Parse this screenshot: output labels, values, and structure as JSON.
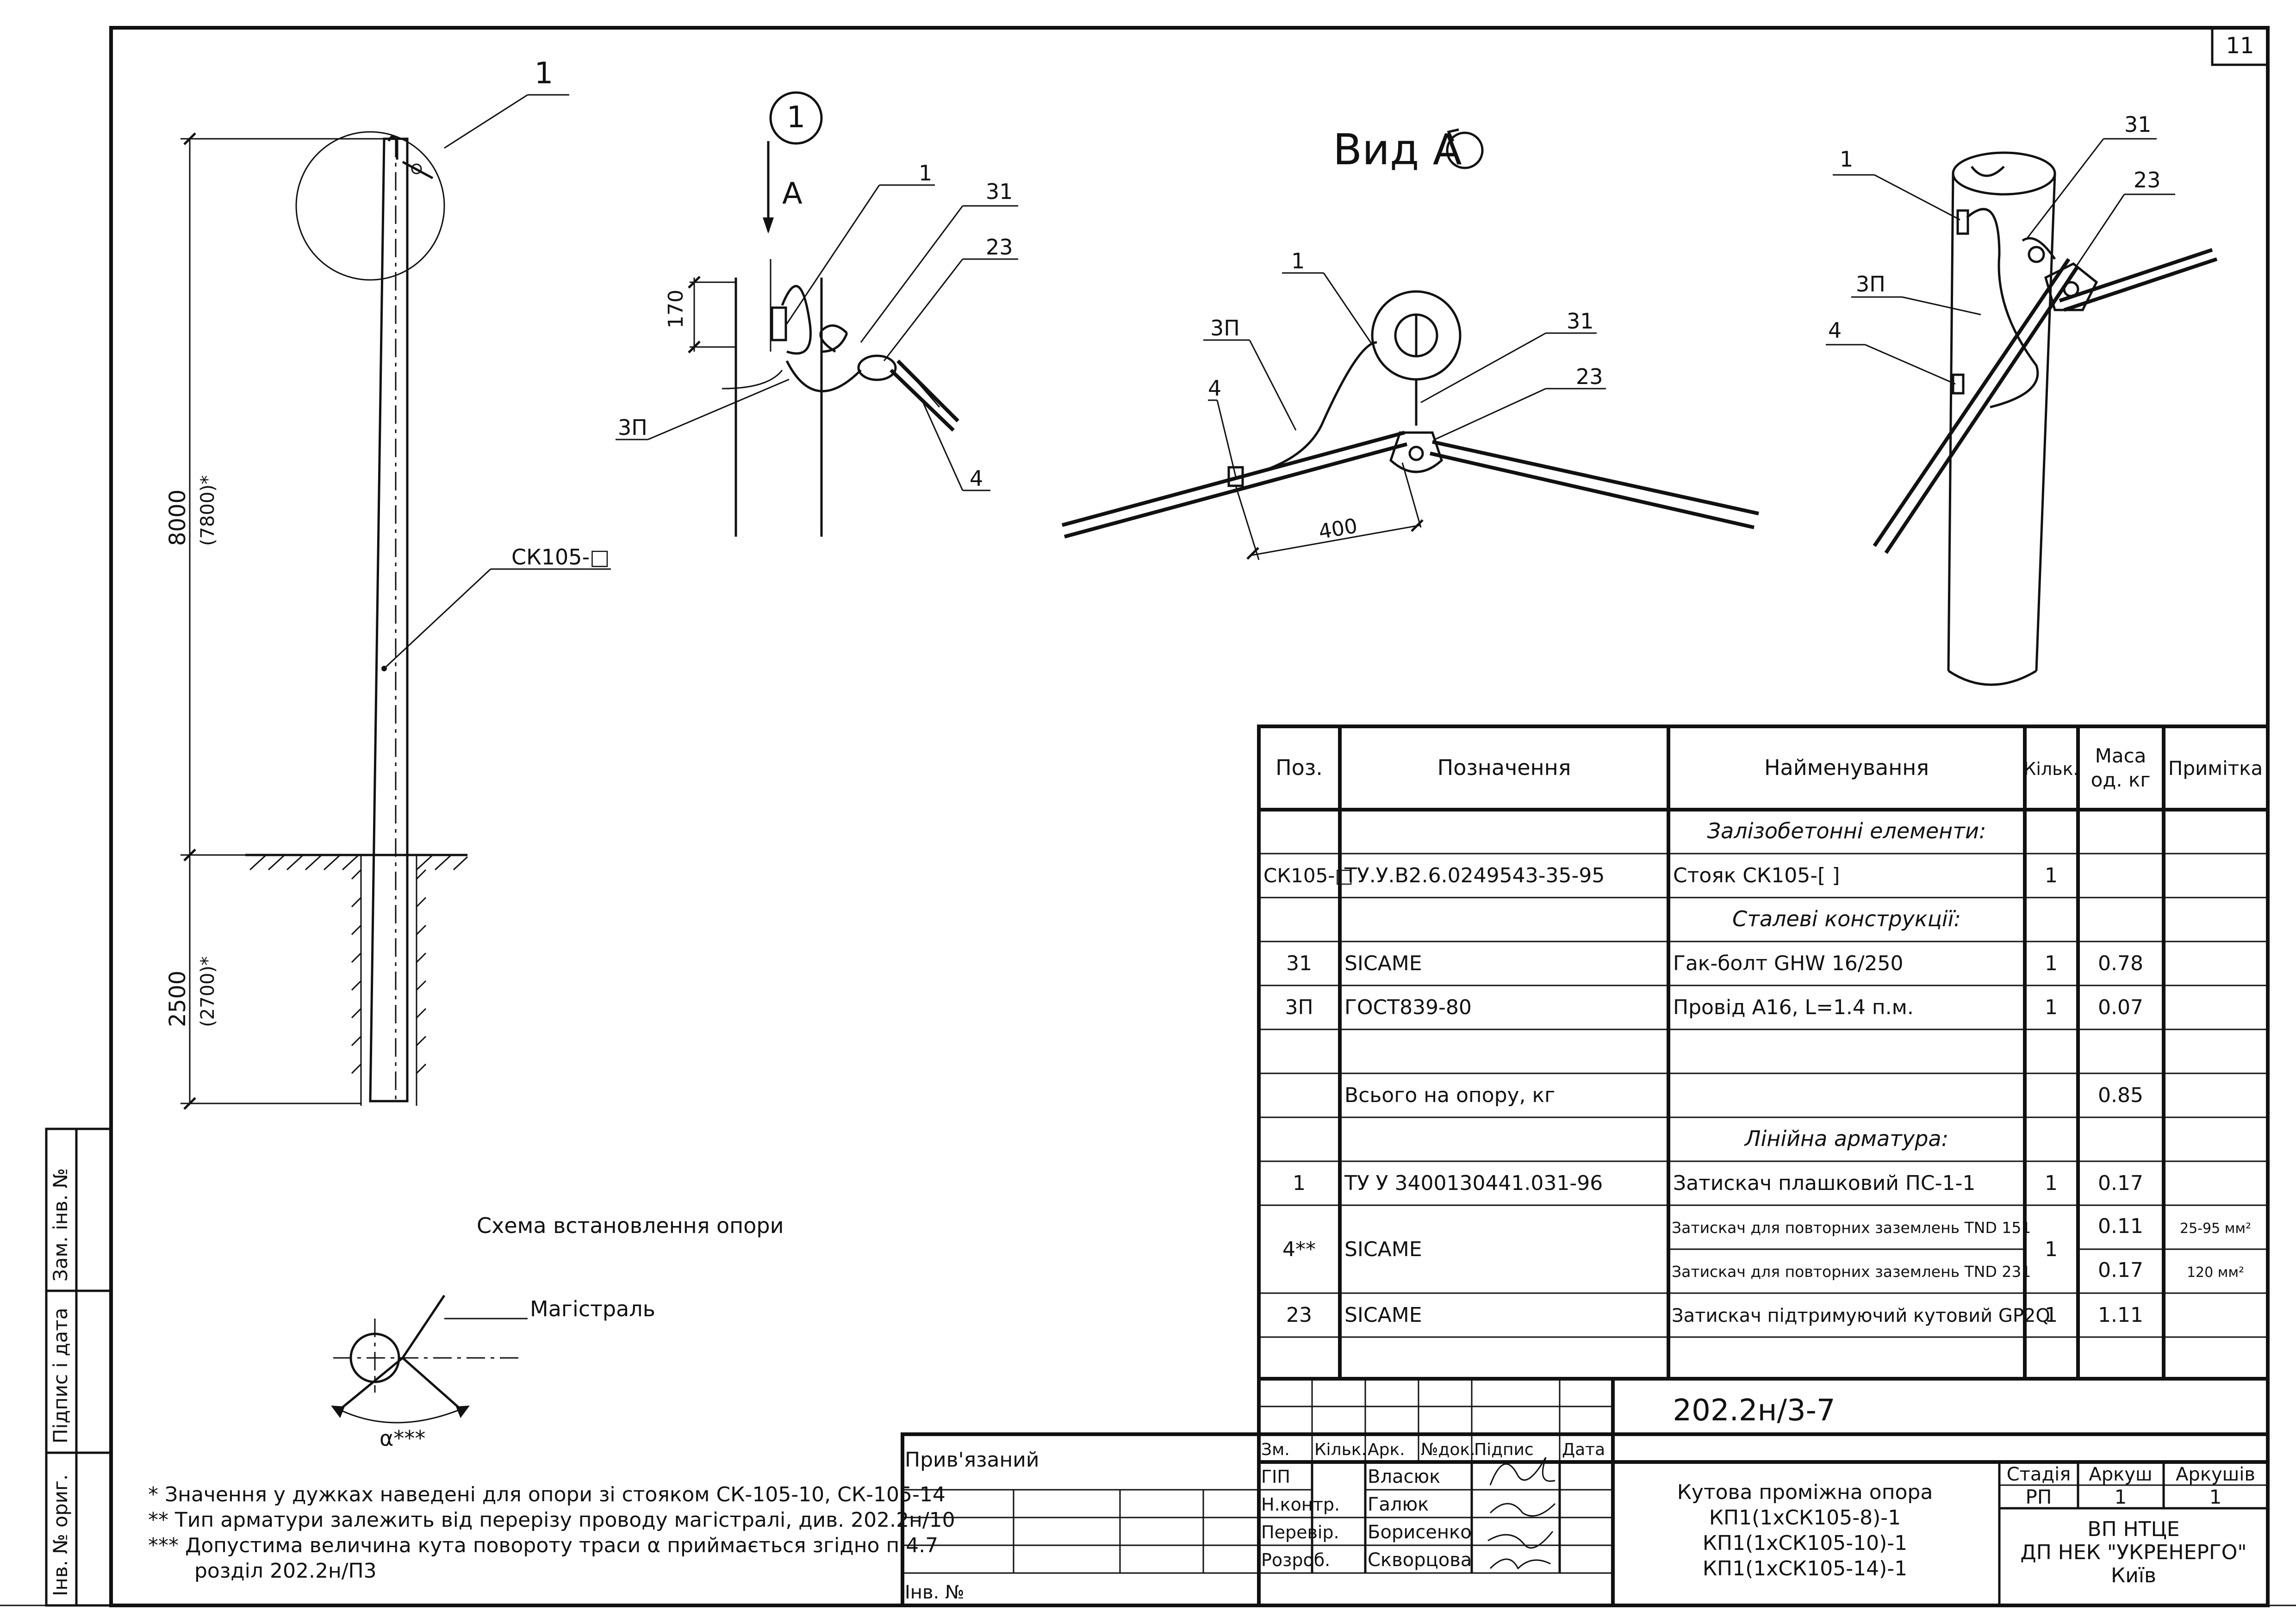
{
  "sheet_number": "11",
  "callouts": {
    "detail_1": "1",
    "section_1": "1",
    "section_arrow": "A",
    "view_title": "Вид А",
    "pos_1": "1",
    "pos_31": "31",
    "pos_23": "23",
    "pos_3p": "3П",
    "pos_4": "4",
    "pole_mark": "СК105-□"
  },
  "dimensions": {
    "height_above": "8000",
    "height_above_alt": "(7800)*",
    "depth_below": "2500",
    "depth_below_alt": "(2700)*",
    "hook_offset": "170",
    "clamp_spacing": "400",
    "angle": "α***"
  },
  "labels": {
    "scheme_caption": "Схема встановлення опори",
    "main_line": "Магістраль"
  },
  "notes": [
    "* Значення у дужках наведені для опори зі стояком СК-105-10, СК-105-14",
    "** Тип арматури залежить від перерізу проводу магістралі, див. 202.2н/10",
    "*** Допустима величина кута повороту траси α приймається згідно п 4.7",
    "розділ 202.2н/П3"
  ],
  "spec_table": {
    "headers": {
      "pos": "Поз.",
      "designation": "Позначення",
      "name": "Найменування",
      "qty": "Кільк.",
      "mass_1": "Маса",
      "mass_2": "од. кг",
      "note": "Примітка"
    },
    "rows": [
      {
        "section": "Залізобетонні елементи:"
      },
      {
        "pos": "СК105-□",
        "designation": "ТУ.У.В2.6.0249543-35-95",
        "name": "Стояк СК105-[    ]",
        "qty": "1",
        "mass": "",
        "note": ""
      },
      {
        "section": "Сталеві конструкції:"
      },
      {
        "pos": "31",
        "designation": "SICAME",
        "name": "Гак-болт GHW 16/250",
        "qty": "1",
        "mass": "0.78",
        "note": ""
      },
      {
        "pos": "3П",
        "designation": "ГОСТ839-80",
        "name": "Провід А16, L=1.4 п.м.",
        "qty": "1",
        "mass": "0.07",
        "note": ""
      },
      {
        "pos": "",
        "designation": "",
        "name": "",
        "qty": "",
        "mass": "",
        "note": ""
      },
      {
        "pos": "",
        "designation": "Всього на опору, кг",
        "name": "",
        "qty": "",
        "mass": "0.85",
        "note": ""
      },
      {
        "section": "Лінійна арматура:"
      },
      {
        "pos": "1",
        "designation": "ТУ У 3400130441.031-96",
        "name": "Затискач плашковий ПС-1-1",
        "qty": "1",
        "mass": "0.17",
        "note": ""
      },
      {
        "pos": "4**",
        "designation": "SICAME",
        "name": "Затискач для повторних заземлень TND 151",
        "qty": "1",
        "mass": "0.11",
        "note": "25-95 мм²",
        "name2": "Затискач для повторних заземлень TND 231",
        "mass2": "0.17",
        "note2": "120 мм²"
      },
      {
        "pos": "23",
        "designation": "SICAME",
        "name": "Затискач підтримуючий кутовий GP2Q",
        "qty": "1",
        "mass": "1.11",
        "note": ""
      },
      {
        "pos": "",
        "designation": "",
        "name": "",
        "qty": "",
        "mass": "",
        "note": ""
      }
    ]
  },
  "title_block": {
    "attached": "Прив'язаний",
    "inv_no": "Інв. №",
    "code": "202.2н/3-7",
    "col_headers": [
      "Зм.",
      "Кільк.",
      "Арк.",
      "№док.",
      "Підпис",
      "Дата"
    ],
    "roles": [
      "ГІП",
      "Н.контр.",
      "Перевір.",
      "Розроб."
    ],
    "names": [
      "Власюк",
      "Галюк",
      "Борисенко",
      "Скворцова"
    ],
    "title_lines": [
      "Кутова проміжна опора",
      "КП1(1хСК105-8)-1",
      "КП1(1хСК105-10)-1",
      "КП1(1хСК105-14)-1"
    ],
    "stage_label": "Стадія",
    "sheet_label": "Аркуш",
    "sheets_label": "Аркушів",
    "stage": "РП",
    "sheet": "1",
    "sheets": "1",
    "org_lines": [
      "ВП НТЦЕ",
      "ДП НЕК \"УКРЕНЕРГО\"",
      "Київ"
    ]
  },
  "side_stamp": [
    "Зам. інв. №",
    "Підпис і дата",
    "Інв. № ориг."
  ]
}
